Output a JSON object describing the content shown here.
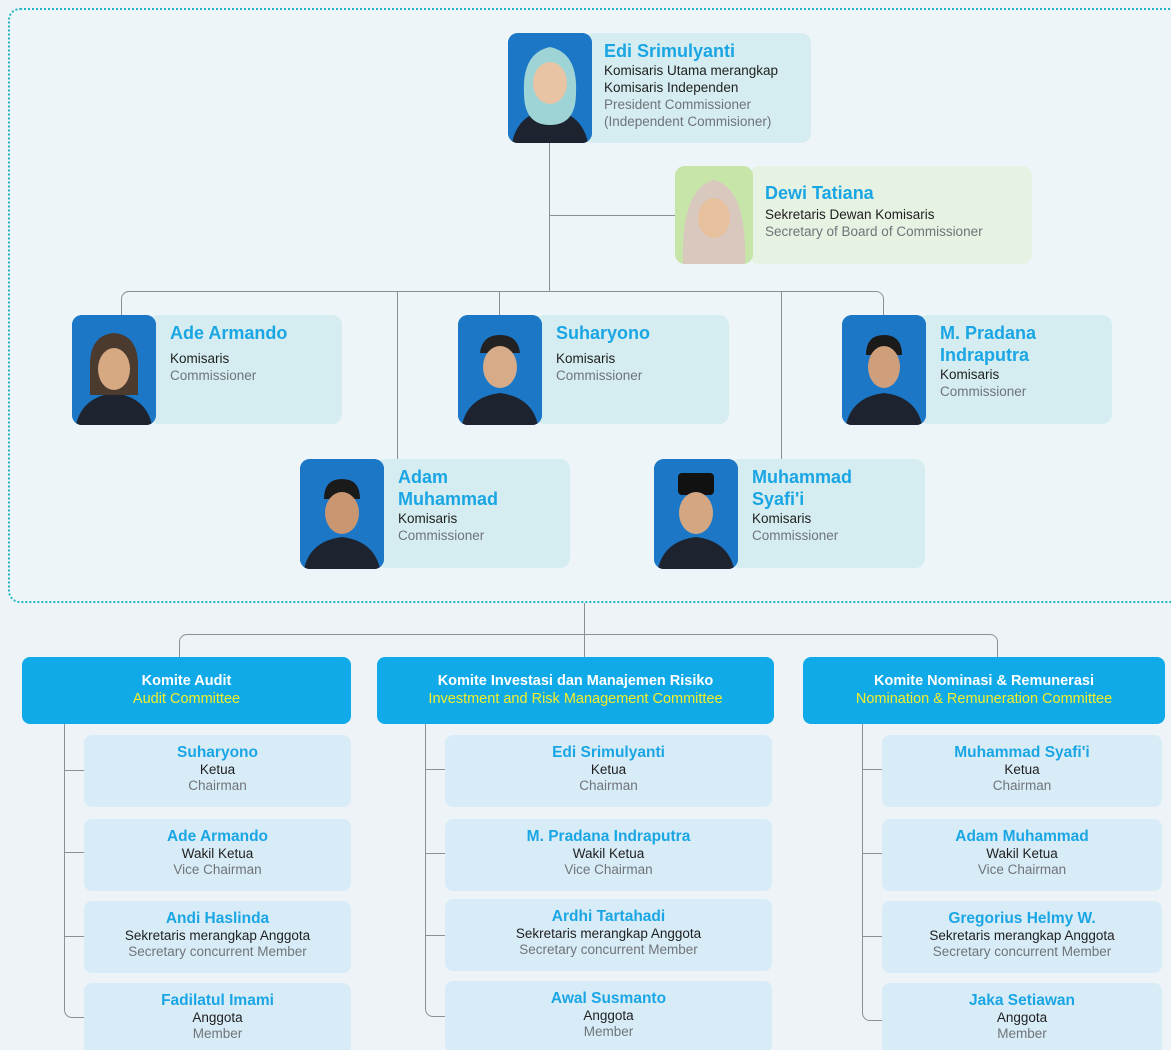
{
  "board": {
    "president": {
      "name": "Edi Srimulyanti",
      "role_id_1": "Komisaris Utama merangkap",
      "role_id_2": "Komisaris Independen",
      "role_en_1": "President Commissioner",
      "role_en_2": "(Independent Commisioner)"
    },
    "secretary": {
      "name": "Dewi Tatiana",
      "role_id": "Sekretaris Dewan Komisaris",
      "role_en": "Secretary of Board of Commissioner"
    },
    "commissioners": [
      {
        "name": "Ade Armando",
        "role_id": "Komisaris",
        "role_en": "Commissioner"
      },
      {
        "name": "Suharyono",
        "role_id": "Komisaris",
        "role_en": "Commissioner"
      },
      {
        "name": "M. Pradana Indraputra",
        "role_id": "Komisaris",
        "role_en": "Commissioner"
      },
      {
        "name": "Adam Muhammad",
        "role_id": "Komisaris",
        "role_en": "Commissioner"
      },
      {
        "name": "Muhammad Syafi'i",
        "role_id": "Komisaris",
        "role_en": "Commissioner"
      }
    ]
  },
  "committees": [
    {
      "title_id": "Komite Audit",
      "title_en": "Audit Committee",
      "members": [
        {
          "name": "Suharyono",
          "role_id": "Ketua",
          "role_en": "Chairman"
        },
        {
          "name": "Ade Armando",
          "role_id": "Wakil Ketua",
          "role_en": "Vice Chairman"
        },
        {
          "name": "Andi Haslinda",
          "role_id": "Sekretaris merangkap Anggota",
          "role_en": "Secretary concurrent Member"
        },
        {
          "name": "Fadilatul Imami",
          "role_id": "Anggota",
          "role_en": "Member"
        }
      ]
    },
    {
      "title_id": "Komite Investasi dan Manajemen Risiko",
      "title_en": "Investment and Risk Management Committee",
      "members": [
        {
          "name": "Edi Srimulyanti",
          "role_id": "Ketua",
          "role_en": "Chairman"
        },
        {
          "name": "M. Pradana Indraputra",
          "role_id": "Wakil Ketua",
          "role_en": "Vice Chairman"
        },
        {
          "name": "Ardhi Tartahadi",
          "role_id": "Sekretaris merangkap Anggota",
          "role_en": "Secretary concurrent Member"
        },
        {
          "name": "Awal Susmanto",
          "role_id": "Anggota",
          "role_en": "Member"
        }
      ]
    },
    {
      "title_id": "Komite Nominasi & Remunerasi",
      "title_en": "Nomination & Remuneration Committee",
      "members": [
        {
          "name": "Muhammad Syafi'i",
          "role_id": "Ketua",
          "role_en": "Chairman"
        },
        {
          "name": "Adam Muhammad",
          "role_id": "Wakil Ketua",
          "role_en": "Vice Chairman"
        },
        {
          "name": "Gregorius Helmy W.",
          "role_id": "Sekretaris merangkap Anggota",
          "role_en": "Secretary concurrent Member"
        },
        {
          "name": "Jaka Setiawan",
          "role_id": "Anggota",
          "role_en": "Member"
        }
      ]
    }
  ]
}
